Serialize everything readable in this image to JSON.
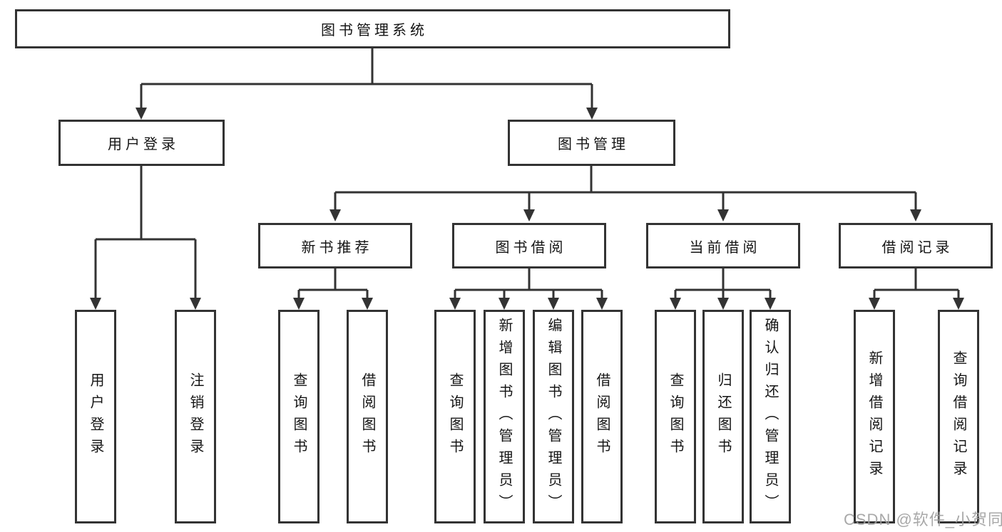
{
  "diagram": {
    "root": {
      "label": "图书管理系统"
    },
    "login": {
      "label": "用户登录",
      "children": [
        {
          "label": "用户登录"
        },
        {
          "label": "注销登录"
        }
      ]
    },
    "management": {
      "label": "图书管理",
      "groups": [
        {
          "label": "新书推荐",
          "children": [
            {
              "label": "查询图书"
            },
            {
              "label": "借阅图书"
            }
          ]
        },
        {
          "label": "图书借阅",
          "children": [
            {
              "label": "查询图书"
            },
            {
              "label": "新增图书（管理员）"
            },
            {
              "label": "编辑图书（管理员）"
            },
            {
              "label": "借阅图书"
            }
          ]
        },
        {
          "label": "当前借阅",
          "children": [
            {
              "label": "查询图书"
            },
            {
              "label": "归还图书"
            },
            {
              "label": "确认归还（管理员）"
            }
          ]
        },
        {
          "label": "借阅记录",
          "children": [
            {
              "label": "新增借阅记录"
            },
            {
              "label": "查询借阅记录"
            }
          ]
        }
      ]
    }
  },
  "watermark": {
    "text": "CSDN @软件_小贺同学"
  },
  "colors": {
    "line": "#333333",
    "box_border": "#333333",
    "background": "#ffffff",
    "watermark": "#9e9e9e"
  }
}
